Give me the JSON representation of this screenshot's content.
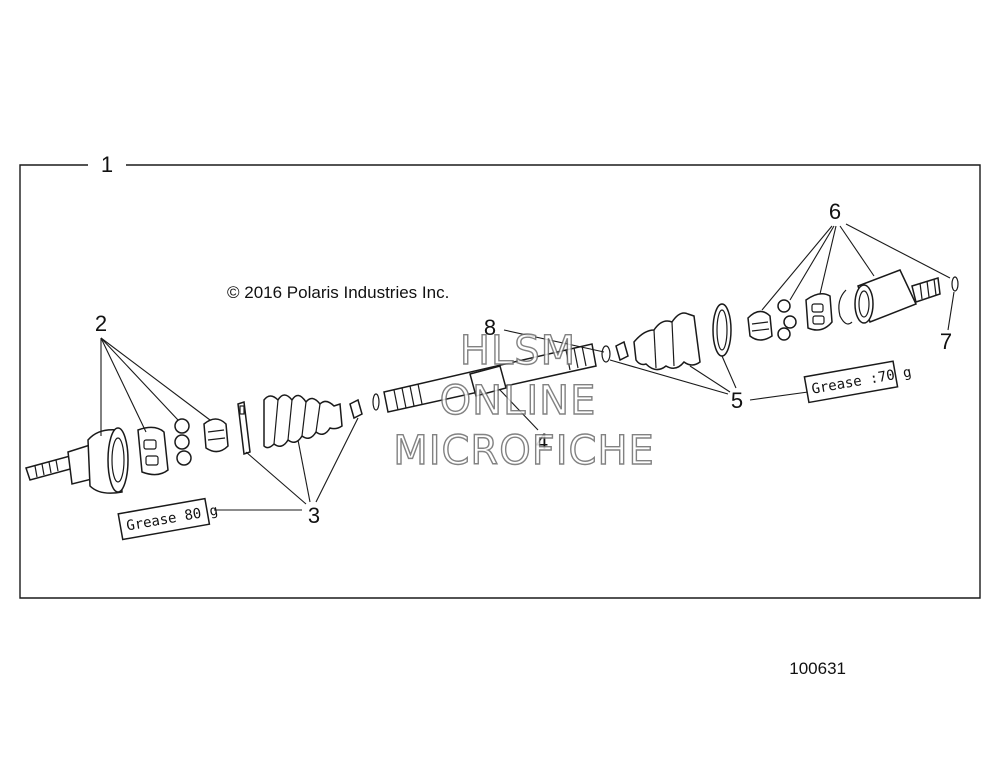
{
  "copyright": "© 2016 Polaris Industries Inc.",
  "figure_number": "100631",
  "watermark": {
    "line1": "HLSM",
    "line2": "ONLINE",
    "line3": "MICROFICHE"
  },
  "grease_labels": {
    "inner": "Grease 80 g",
    "outer": "Grease :70 g"
  },
  "callouts": {
    "c1": "1",
    "c2": "2",
    "c3": "3",
    "c4": "4",
    "c5": "5",
    "c6": "6",
    "c7": "7",
    "c8": "8"
  }
}
